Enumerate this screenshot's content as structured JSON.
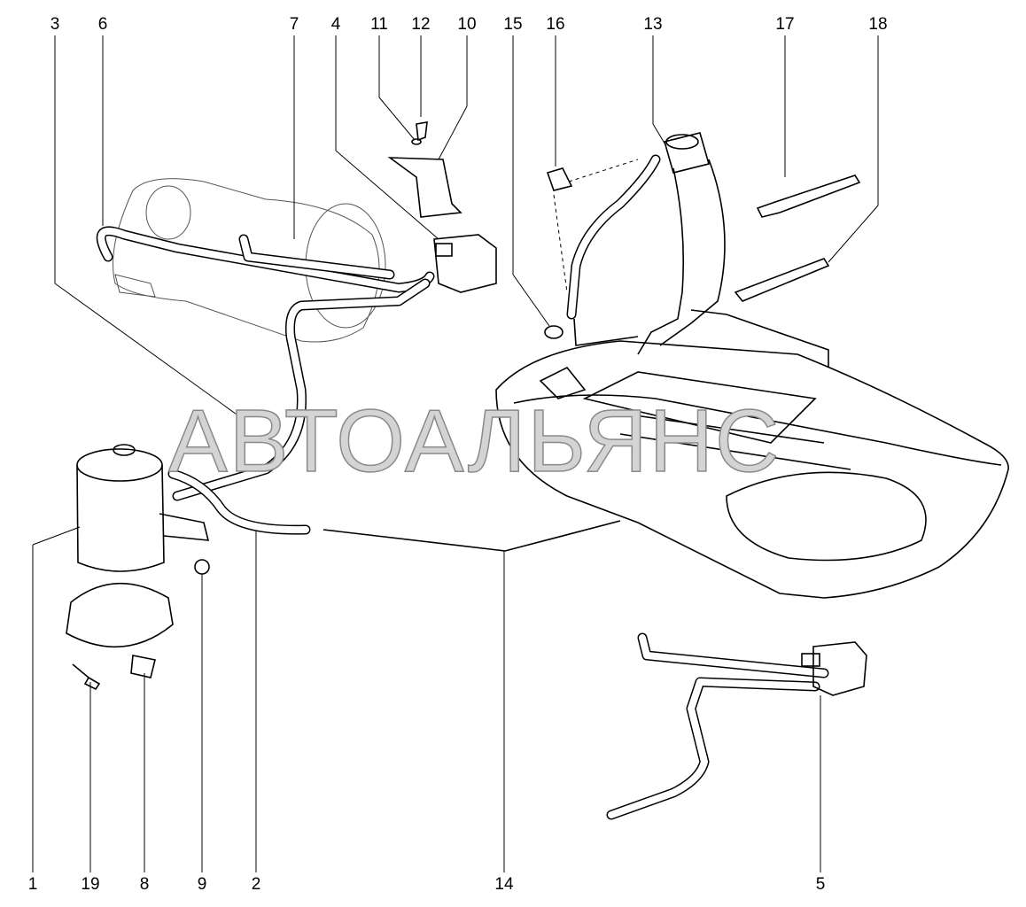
{
  "diagram": {
    "watermark": "АВТОАЛЬЯНС",
    "callouts_top": [
      "3",
      "6",
      "7",
      "4",
      "11",
      "12",
      "10",
      "15",
      "16",
      "13",
      "17",
      "18"
    ],
    "callouts_bottom": [
      "1",
      "19",
      "8",
      "9",
      "2",
      "14",
      "5"
    ]
  }
}
